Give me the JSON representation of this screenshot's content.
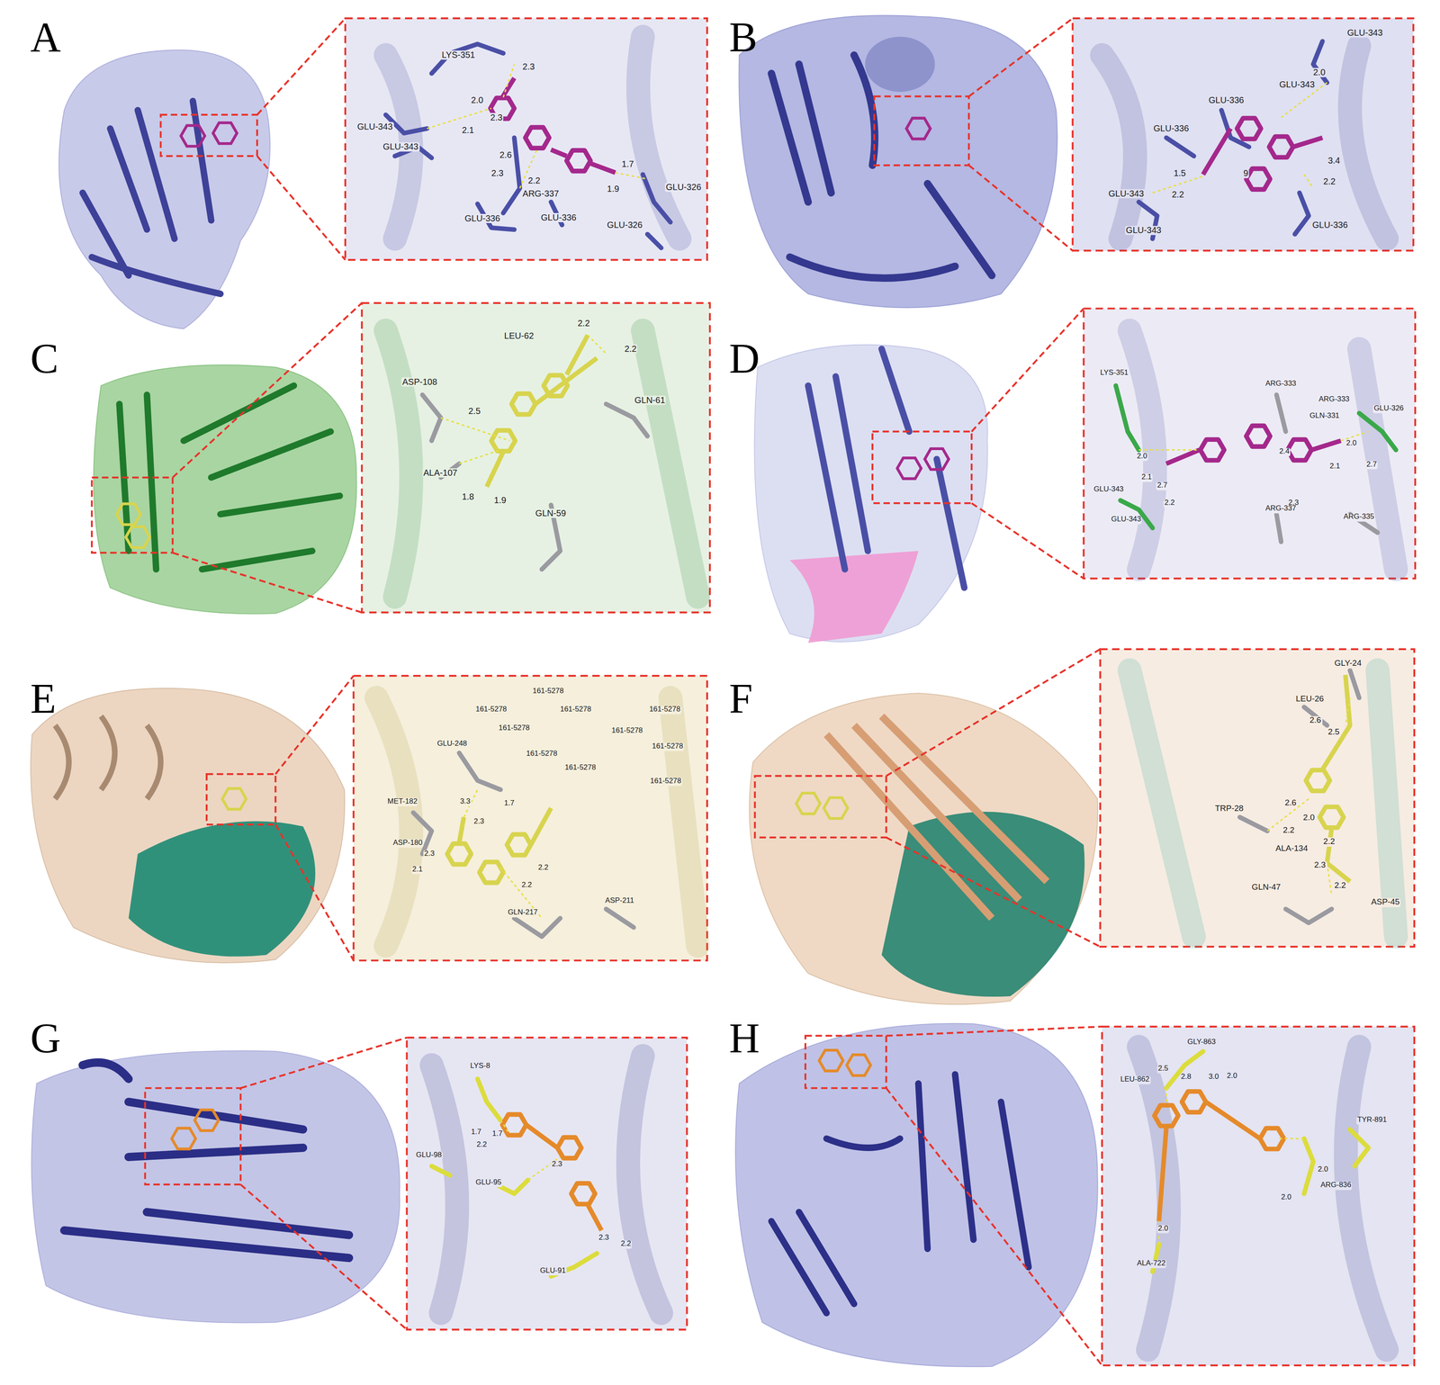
{
  "diagram": {
    "labels": [
      "A",
      "B",
      "C",
      "D",
      "E",
      "F",
      "G",
      "H",
      "LYS-351",
      "2.3",
      "GLU-343",
      "2.0",
      "GLU-343",
      "2.1",
      "2.3",
      "2.6",
      "2.3",
      "2.2",
      "ARG-337",
      "1.7",
      "1.9",
      "GLU-326",
      "GLU-336",
      "GLU-336",
      "GLU-326",
      "GLU-343",
      "2.0",
      "GLU-343",
      "GLU-336",
      "GLU-336",
      "1.5",
      "2.2",
      "9",
      "3.4",
      "2.2",
      "GLU-343",
      "GLU-343",
      "GLU-336",
      "2.2",
      "LEU-62",
      "2.2",
      "GLN-61",
      "2.5",
      "ASP-108",
      "ALA-107",
      "1.8",
      "1.9",
      "GLN-59",
      "LYS-351",
      "ARG-333",
      "ARG-333",
      "GLU-326",
      "GLN-331",
      "2.0",
      "2.4",
      "2.0",
      "2.7",
      "2.1",
      "2.7",
      "2.1",
      "2.3",
      "ARG-337",
      "ARG-335",
      "GLU-343",
      "2.2",
      "GLU-343",
      "161-5278",
      "161-5278",
      "161-5278",
      "161-5278",
      "161-5278",
      "161-5278",
      "GLU-248",
      "161-5278",
      "161-5278",
      "161-5278",
      "161-5278",
      "MET-182",
      "3.3",
      "1.7",
      "2.3",
      "ASP-180",
      "2.3",
      "2.1",
      "2.2",
      "2.2",
      "GLN-217",
      "ASP-211",
      "GLY-24",
      "2.5",
      "LEU-26",
      "2.6",
      "TRP-28",
      "2.6",
      "2.0",
      "2.2",
      "ALA-134",
      "2.2",
      "2.3",
      "2.2",
      "GLN-47",
      "ASP-45",
      "LYS-8",
      "1.7",
      "1.7",
      "GLU-98",
      "2.2",
      "2.3",
      "GLU-95",
      "2.3",
      "2.2",
      "GLU-91",
      "GLY-863",
      "LEU-862",
      "2.5",
      "2.8",
      "3.0",
      "2.0",
      "TYR-891",
      "2.0",
      "ARG-836",
      "2.0",
      "2.0",
      "ALA-722"
    ]
  }
}
